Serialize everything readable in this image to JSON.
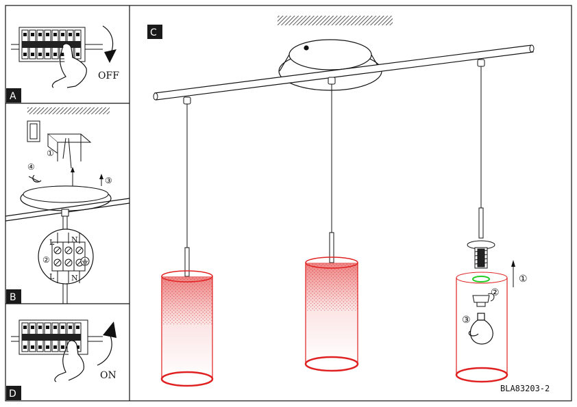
{
  "panels": {
    "A": {
      "tag": "A",
      "switch_label": "OFF"
    },
    "B": {
      "tag": "B",
      "wire_labels_top": [
        "L",
        "N"
      ],
      "wire_labels_bottom": [
        "L",
        "N"
      ],
      "steps": [
        "①",
        "②",
        "③",
        "④"
      ]
    },
    "C": {
      "tag": "C",
      "steps": [
        "①",
        "②",
        "③"
      ]
    },
    "D": {
      "tag": "D",
      "switch_label": "ON"
    }
  },
  "model_code": "BLA83203-2",
  "colors": {
    "line": "#111111",
    "shade_red": "#e02020",
    "ring_green": "#22cc22"
  }
}
